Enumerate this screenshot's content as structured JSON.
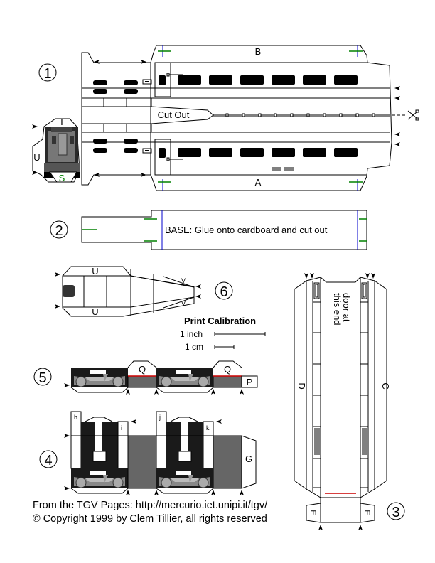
{
  "document": {
    "type": "paper model template",
    "parts": {
      "part1": {
        "number": "1",
        "label_top": "B",
        "label_bottom": "A",
        "cut_label": "Cut Out",
        "cab_labels": {
          "top": "T",
          "side": "U",
          "bottom": "S"
        }
      },
      "part2": {
        "number": "2",
        "label": "BASE:  Glue onto cardboard and cut out"
      },
      "part3": {
        "number": "3",
        "label_left": "D",
        "label_right": "C",
        "door_note_line1": "door at",
        "door_note_line2": "this end",
        "tab_label": "E"
      },
      "part4": {
        "number": "4",
        "tab_labels": [
          "h",
          "i",
          "j",
          "k"
        ],
        "end_label": "G"
      },
      "part5": {
        "number": "5",
        "flap_label": "Q",
        "end_label": "P"
      },
      "part6": {
        "number": "6",
        "top_label": "U",
        "bottom_label": "U",
        "v_label": "V"
      }
    },
    "calibration": {
      "title": "Print Calibration",
      "inch_label": "1 inch",
      "cm_label": "1 cm"
    },
    "credits": {
      "line1": "From the TGV Pages: http://mercurio.iet.unipi.it/tgv/",
      "line2": "© Copyright 1999 by Clem Tillier, all rights reserved"
    },
    "icons": {
      "scissors": "scissors-icon",
      "fold_arrow": "fold-arrow-icon"
    },
    "colors": {
      "line": "#000000",
      "guide_blue": "#0000cc",
      "guide_green": "#008000",
      "red_mark": "#cc0000",
      "dark_fill": "#1a1a1a",
      "gray_fill": "#666666"
    }
  }
}
